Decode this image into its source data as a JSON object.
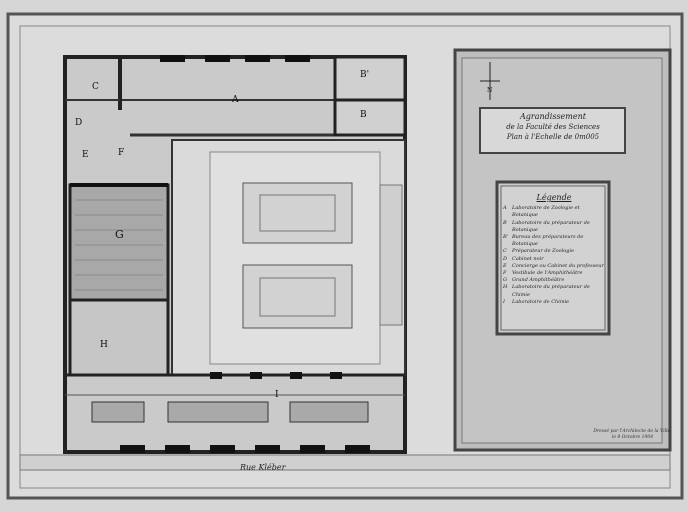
{
  "title": {
    "line1": "Agrandissement",
    "line2": "de la Faculté des Sciences",
    "line3": "Plan à l'Echelle de 0m005"
  },
  "legend": {
    "heading": "Légende",
    "items": [
      {
        "key": "A",
        "text": "Laboratoire de Zoologie et Botanique"
      },
      {
        "key": "B",
        "text": "Laboratoire du préparateur de Botanique"
      },
      {
        "key": "B'",
        "text": "Bureau des préparateurs de Botanique"
      },
      {
        "key": "C",
        "text": "Préparateur de Zoologie"
      },
      {
        "key": "D",
        "text": "Cabinet noir"
      },
      {
        "key": "E",
        "text": "Concierge ou Cabinet du professeur"
      },
      {
        "key": "F",
        "text": "Vestibule de l'Amphithéâtre"
      },
      {
        "key": "G",
        "text": "Grand Amphithéâtre"
      },
      {
        "key": "H",
        "text": "Laboratoire du préparateur de Chimie"
      },
      {
        "key": "I",
        "text": "Laboratoire de Chimie"
      }
    ]
  },
  "rooms": {
    "A": "A",
    "B": "B",
    "B2": "B'",
    "C": "C",
    "D": "D",
    "E": "E",
    "F": "F",
    "G": "G",
    "H": "H",
    "I": "I"
  },
  "street": "Rue Kléber",
  "signature": {
    "line1": "Dressé par l'Architecte de la Ville,",
    "line2": "le 8 Octobre 1904"
  },
  "compass": "N"
}
